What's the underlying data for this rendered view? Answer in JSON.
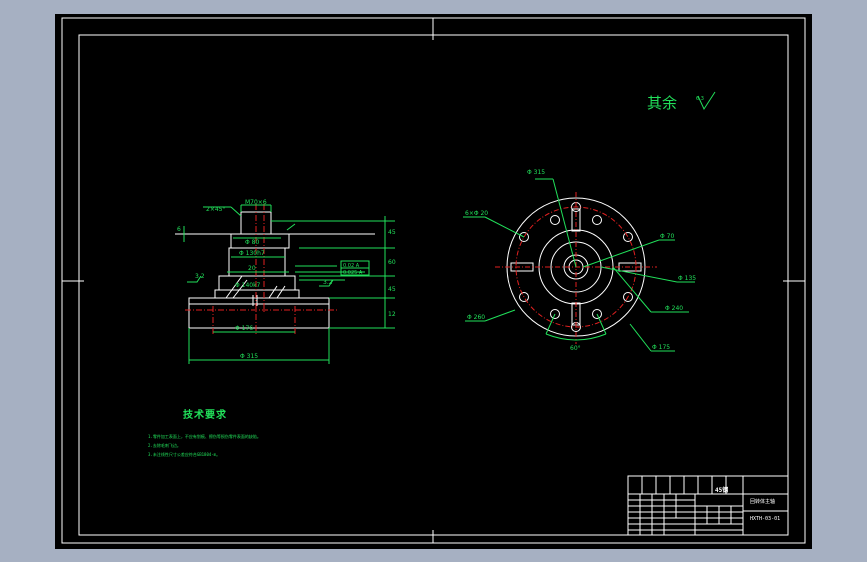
{
  "drawing": {
    "roughness_label": "其余",
    "roughness_value": "6.3",
    "colors": {
      "background": "#a6b0c2",
      "sheet": "#000000",
      "outline": "#ffffff",
      "dimension": "#21e05a",
      "center_line": "#e02020"
    },
    "section_view": {
      "dims": {
        "chamfer": "2×45°",
        "thread": "M70×6",
        "d80": "Φ 80",
        "d130": "Φ 130h7",
        "d140": "Φ 140k7",
        "d176": "Φ 176",
        "d315": "Φ 315",
        "h20": "20",
        "ra_left": "3.2",
        "ra_right": "3.2",
        "heights": [
          "45",
          "60",
          "45",
          "12"
        ],
        "tol1": "0.02 A",
        "tol2": "0.025 A",
        "left_mark": "6"
      }
    },
    "plan_view": {
      "dims": {
        "d315": "Φ 315",
        "d20": "6×Φ 20",
        "d70": "Φ 70",
        "d135": "Φ 135",
        "d240": "Φ 240",
        "d260": "Φ 260",
        "d175": "Φ 175",
        "angle": "60°"
      }
    },
    "tech_requirements": {
      "title": "技术要求",
      "lines": [
        "1.零件加工表面上，不应有划痕、擦伤等损伤零件表面的缺陷。",
        "2.去除毛刺飞边。",
        "3.未注线性尺寸公差应符合GB1804-m。"
      ]
    },
    "title_block": {
      "material": "45钢",
      "part_name": "回转体主轴",
      "drawing_no": "HXTH-03-01"
    }
  }
}
